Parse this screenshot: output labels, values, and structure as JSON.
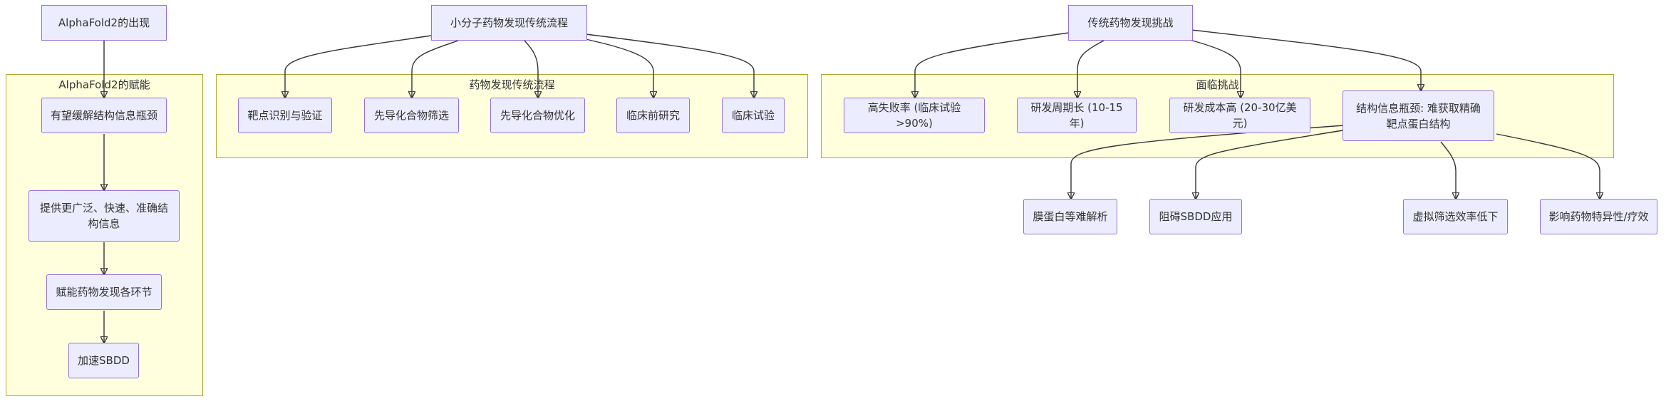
{
  "clusters": {
    "empower": "AlphaFold2的赋能",
    "flow": "药物发现传统流程",
    "challenges": "面临挑战"
  },
  "nodes": {
    "alphafold_emergence": "AlphaFold2的出现",
    "traditional_flow": "小分子药物发现传统流程",
    "traditional_challenges": "传统药物发现挑战",
    "relieve_bottleneck": "有望缓解结构信息瓶颈",
    "provide_info": "提供更广泛、快速、准确结构信息",
    "empower_steps": "赋能药物发现各环节",
    "accelerate_sbdd": "加速SBDD",
    "target_id": "靶点识别与验证",
    "lead_screening": "先导化合物筛选",
    "lead_optimization": "先导化合物优化",
    "preclinical": "临床前研究",
    "clinical": "临床试验",
    "high_failure": "高失败率 (临床试验>90%)",
    "long_cycle": "研发周期长 (10-15年)",
    "high_cost": "研发成本高 (20-30亿美元)",
    "structure_bottleneck": "结构信息瓶颈: 难获取精确靶点蛋白结构",
    "membrane_protein": "膜蛋白等难解析",
    "hinder_sbdd": "阻碍SBDD应用",
    "low_vs_efficiency": "虚拟筛选效率低下",
    "affect_specificity": "影响药物特异性/疗效"
  },
  "colors": {
    "node_fill": "#ececff",
    "node_border": "#9370db",
    "cluster_fill": "#ffffde",
    "cluster_border": "#aaaa33",
    "edge": "#333333"
  }
}
